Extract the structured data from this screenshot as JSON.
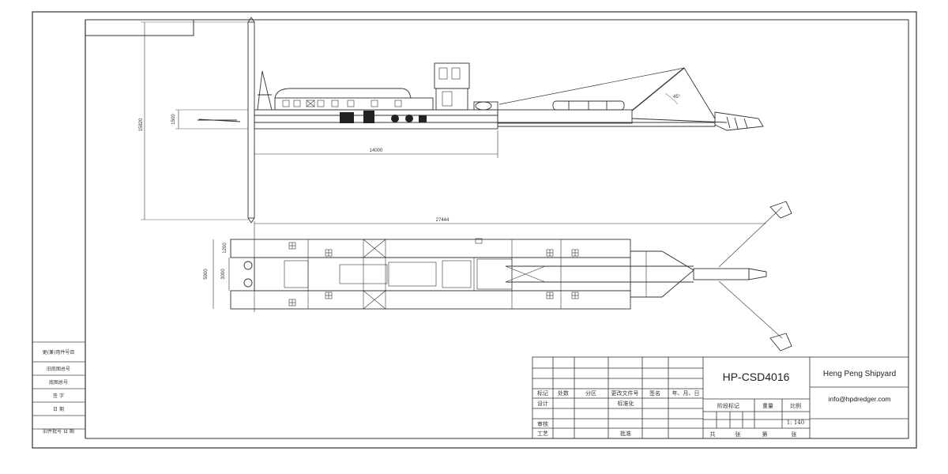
{
  "drawing": {
    "model": "HP-CSD4016",
    "company": "Heng Peng Shipyard",
    "email": "info@hpdredger.com",
    "scale": "1: 140"
  },
  "dimensions": {
    "side_depth": "1500",
    "side_length": "14000",
    "ladder_length": "15820",
    "angle": "45°",
    "plan_length": "27444",
    "plan_total_width": "5900",
    "plan_hull_width": "3000",
    "plan_side_width": "1200"
  },
  "left_strip": {
    "rows": [
      "更(兼)用件号目",
      "旧底图总号",
      "底图总号",
      "签  字",
      "日  期",
      "旧件批号  日  期"
    ]
  },
  "title_block": {
    "headers": [
      "标记",
      "处数",
      "分区",
      "更改文件号",
      "签名",
      "年、月、日"
    ],
    "role_design": "设计",
    "role_standard": "标准化",
    "role_review": "审核",
    "role_process": "工艺",
    "role_approve": "批准",
    "stage_label": "阶段标记",
    "weight_label": "重量",
    "ratio_label": "比例",
    "total_label": "共",
    "sheet_label": "张",
    "page_label": "第",
    "page_sheet_label": "张"
  }
}
